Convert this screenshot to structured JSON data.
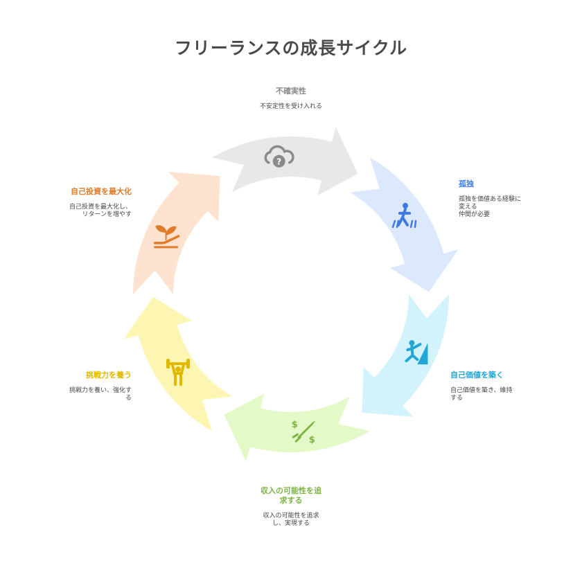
{
  "title": "フリーランスの成長サイクル",
  "stages": [
    {
      "id": "uncertainty",
      "heading": "不確実性",
      "desc": "不安定性を受け入れる",
      "color": "#8a8a8a",
      "fill": "#e8e8e8",
      "icon": "cloud-question-icon"
    },
    {
      "id": "isolation",
      "heading": "孤独",
      "desc_lines": [
        "孤独を価値ある経験に",
        "変える",
        "仲間が必要"
      ],
      "color": "#3d7be0",
      "fill": "#dce8fc",
      "icon": "walking-person-icon"
    },
    {
      "id": "self-worth",
      "heading": "自己価値を築く",
      "desc_lines": [
        "自己価値を築き、維持",
        "する"
      ],
      "color": "#22a6d6",
      "fill": "#d2f2fc",
      "icon": "climbing-person-icon"
    },
    {
      "id": "income",
      "heading_lines": [
        "収入の可能性を追",
        "求する"
      ],
      "desc_lines": [
        "収入の可能性を追求",
        "し、実現する"
      ],
      "color": "#7cb342",
      "fill": "#e4f9c8",
      "icon": "rocket-dollar-icon"
    },
    {
      "id": "challenge",
      "heading": "挑戦力を養う",
      "desc_lines": [
        "挑戦力を養い、強化す",
        "る"
      ],
      "color": "#e0b800",
      "fill": "#fdf6b3",
      "icon": "weightlifter-icon"
    },
    {
      "id": "self-investment",
      "heading": "自己投資を最大化",
      "desc_lines": [
        "自己投資を最大化し、",
        "リターンを増やす"
      ],
      "color": "#e07b27",
      "fill": "#fde3cf",
      "icon": "plant-hand-icon"
    }
  ]
}
